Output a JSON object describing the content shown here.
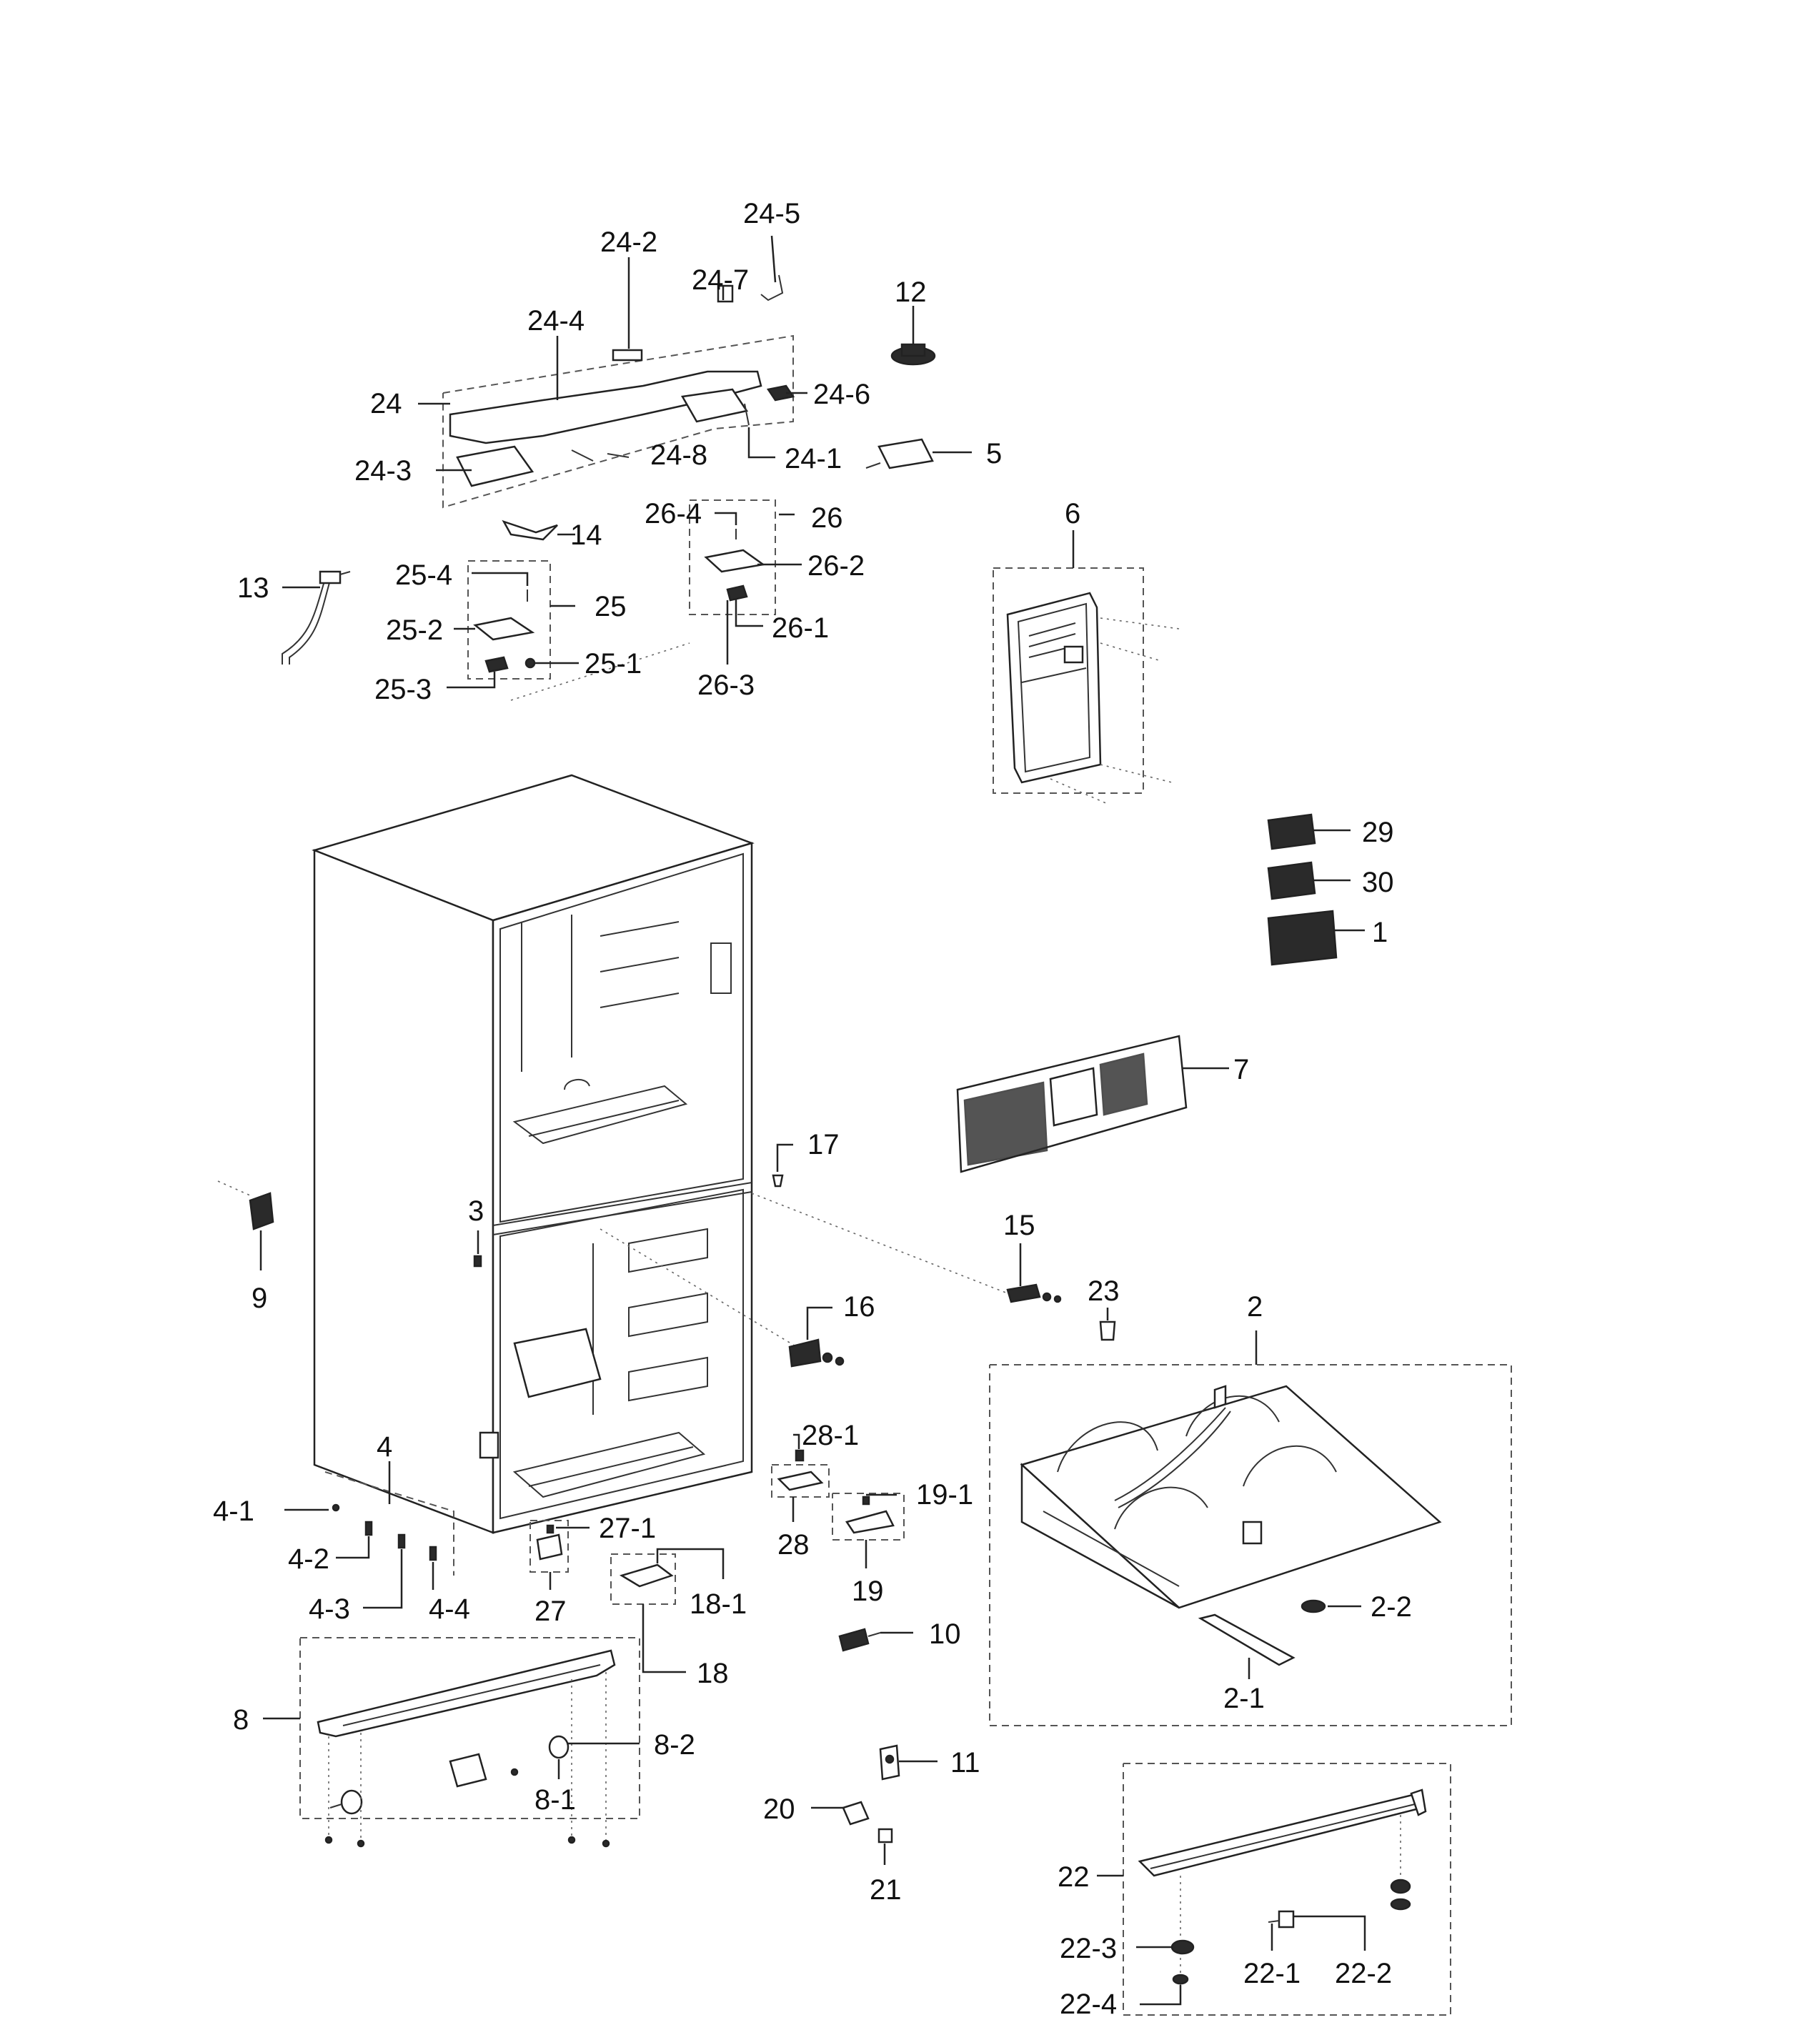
{
  "labels": {
    "l24_5": "24-5",
    "l24_2": "24-2",
    "l24_7": "24-7",
    "l24_4": "24-4",
    "l24": "24",
    "l24_6": "24-6",
    "l24_3": "24-3",
    "l24_8": "24-8",
    "l24_1": "24-1",
    "l12": "12",
    "l5": "5",
    "l26_4": "26-4",
    "l26": "26",
    "l14": "14",
    "l26_2": "26-2",
    "l25_4": "25-4",
    "l25": "25",
    "l13": "13",
    "l25_2": "25-2",
    "l26_1": "26-1",
    "l25_1": "25-1",
    "l25_3": "25-3",
    "l26_3": "26-3",
    "l6": "6",
    "l29": "29",
    "l30": "30",
    "l1": "1",
    "l7": "7",
    "l17": "17",
    "l3": "3",
    "l9": "9",
    "l15": "15",
    "l23": "23",
    "l16": "16",
    "l2": "2",
    "l4": "4",
    "l28_1": "28-1",
    "l4_1": "4-1",
    "l19_1": "19-1",
    "l27_1": "27-1",
    "l4_2": "4-2",
    "l28": "28",
    "l18_1": "18-1",
    "l4_3": "4-3",
    "l4_4": "4-4",
    "l27": "27",
    "l19": "19",
    "l10": "10",
    "l2_2": "2-2",
    "l18": "18",
    "l2_1": "2-1",
    "l8": "8",
    "l8_2": "8-2",
    "l11": "11",
    "l8_1": "8-1",
    "l20": "20",
    "l21": "21",
    "l22": "22",
    "l22_3": "22-3",
    "l22_1": "22-1",
    "l22_2": "22-2",
    "l22_4": "22-4"
  }
}
